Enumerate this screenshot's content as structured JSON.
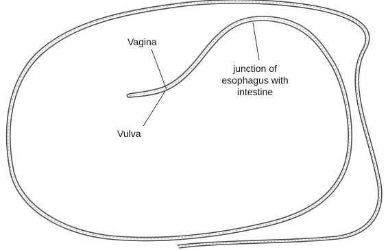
{
  "diagram": {
    "labels": {
      "vagina": "Vagina",
      "vulva": "Vulva",
      "junction_line1": "junction of",
      "junction_line2": "esophagus with",
      "junction_line3": "intestine"
    },
    "stroke_color": "#555555"
  }
}
